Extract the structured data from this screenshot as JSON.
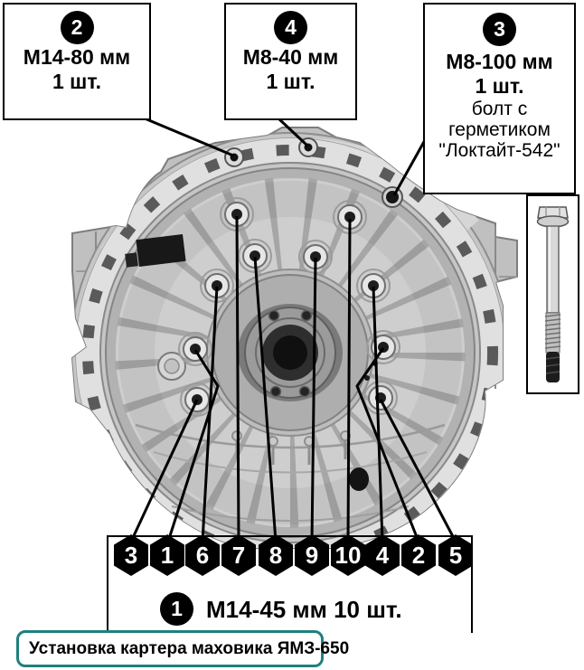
{
  "figure": {
    "callout_2": {
      "number": "2",
      "spec": "М14-80 мм",
      "qty": "1 шт."
    },
    "callout_4": {
      "number": "4",
      "spec": "М8-40 мм",
      "qty": "1 шт."
    },
    "callout_3": {
      "number": "3",
      "spec": "М8-100 мм",
      "qty": "1 шт.",
      "note_line1": "болт с",
      "note_line2": "герметиком",
      "note_line3": "\"Локтайт-542\""
    },
    "callout_1": {
      "number": "1",
      "spec": "М14-45 мм 10 шт."
    },
    "tightening_sequence": [
      "3",
      "1",
      "6",
      "7",
      "8",
      "9",
      "10",
      "4",
      "2",
      "5"
    ],
    "caption": "Установка картера маховика ЯМЗ-650",
    "colors": {
      "caption_border": "#1f7f7f",
      "callout_badge": "#000000",
      "leader_line": "#000000"
    }
  }
}
